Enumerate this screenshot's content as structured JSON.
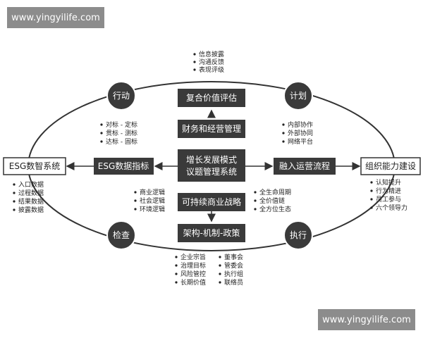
{
  "watermarks": {
    "top": "www.yingyilife.com",
    "bottom": "www.yingyilife.com"
  },
  "center_boxes": {
    "composite_value": "复合价值评估",
    "finance": "财务和经营管理",
    "core_line1": "增长发展模式",
    "core_line2": "议题管理系统",
    "sustainable": "可持续商业战略",
    "structure": "架构-机制-政策"
  },
  "side_boxes": {
    "esg_system": "ESG数智系统",
    "esg_indicators": "ESG数据指标",
    "integrate": "融入运营流程",
    "capability": "组织能力建设"
  },
  "cycle": {
    "action": "行动",
    "plan": "计划",
    "check": "检查",
    "execute": "执行"
  },
  "lists": {
    "top": [
      "信息披露",
      "沟通反馈",
      "表现评级"
    ],
    "action": [
      "对标 - 定标",
      "贯标 - 测标",
      "达标 - 固标"
    ],
    "plan": [
      "内部协作",
      "外部协同",
      "网络平台"
    ],
    "esg_system": [
      "入口数据",
      "过程数据",
      "结果数据",
      "披露数据"
    ],
    "sustainable_left": [
      "商业逻辑",
      "社会逻辑",
      "环境逻辑"
    ],
    "sustainable_right": [
      "全生命周期",
      "全价值链",
      "全方位生态"
    ],
    "capability": [
      "认知提升",
      "行为精进",
      "员工参与",
      "六个领导力"
    ],
    "bottom_left": [
      "企业宗旨",
      "治理目标",
      "风险管控",
      "长期价值"
    ],
    "bottom_right": [
      "董事会",
      "管委会",
      "执行组",
      "联络员"
    ]
  }
}
